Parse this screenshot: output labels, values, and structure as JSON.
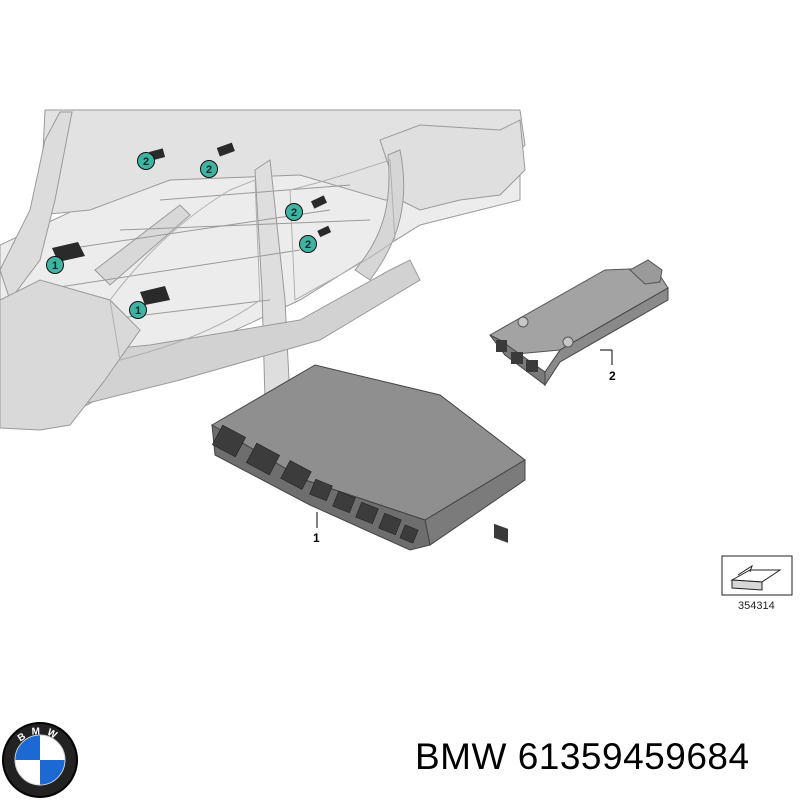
{
  "diagram": {
    "callouts": [
      {
        "id": "1",
        "label": "1"
      },
      {
        "id": "2",
        "label": "2"
      }
    ],
    "badges": {
      "one": "1",
      "two": "2"
    },
    "reference_code": "354314",
    "badge_color": "#3fb3a1",
    "line_color": "#555555",
    "module_color": "#8d8d8d"
  },
  "brand": {
    "logo_letters": "BMW",
    "logo_colors": {
      "blue": "#1c69d4",
      "white": "#ffffff",
      "ring": "#000000"
    }
  },
  "footer": {
    "label": "BMW 61359459684"
  }
}
